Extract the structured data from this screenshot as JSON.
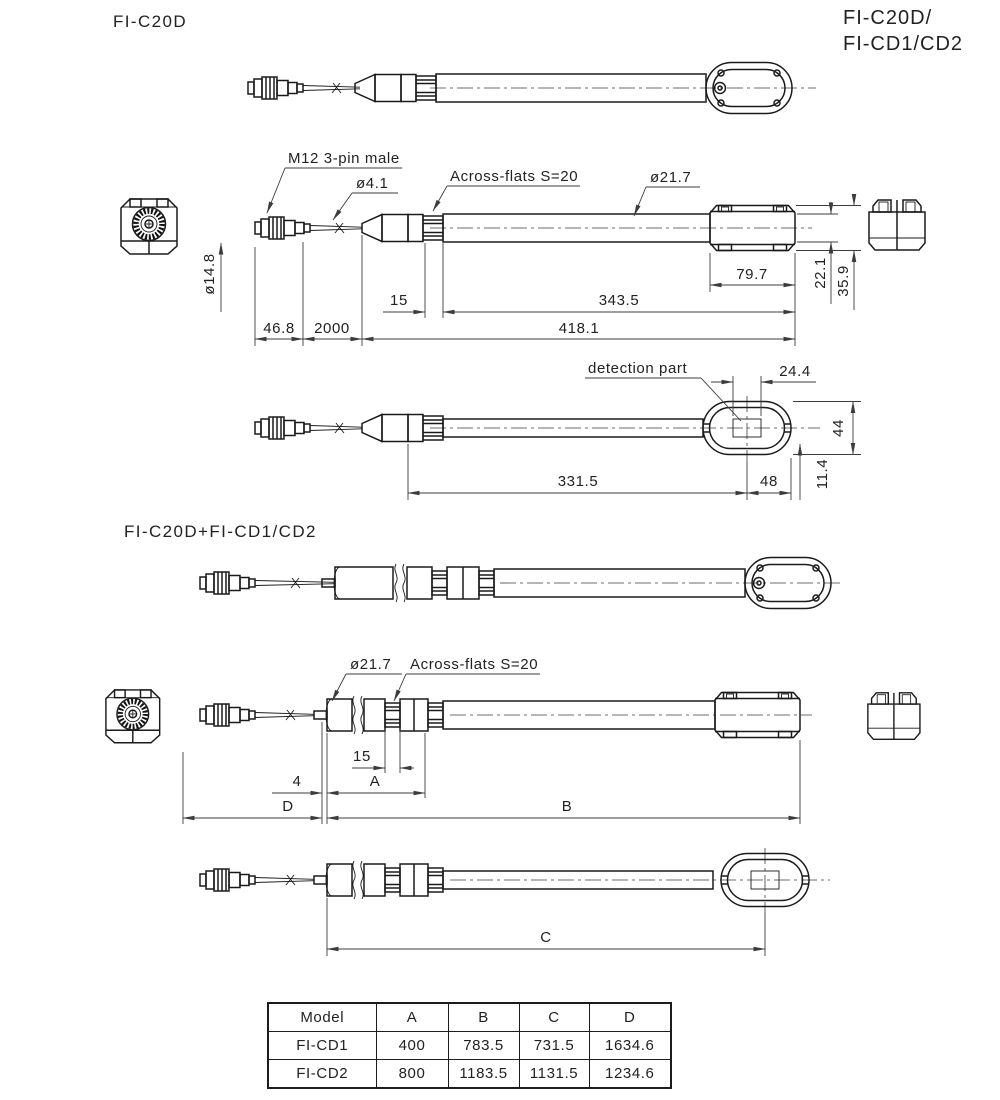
{
  "drawing": {
    "bg": "#ffffff",
    "line_color": "#1b1b1b",
    "dim_color": "#3c3c3c"
  },
  "titles": {
    "top_left": "FI-C20D",
    "top_right1": "FI-C20D/",
    "top_right2": "FI-CD1/CD2",
    "section2": "FI-C20D+FI-CD1/CD2"
  },
  "fi_c20d": {
    "connector_label": "M12 3-pin male",
    "cable_dia": "ø4.1",
    "across_flats": "Across-flats S=20",
    "tube_dia": "ø21.7",
    "connector_dia": "ø14.8",
    "detection_label": "detection part",
    "dim_head_len": "79.7",
    "dim_tube_h": "22.1",
    "dim_head_h": "35.9",
    "dim_flats": "15",
    "dim_body": "343.5",
    "dim_conn": "46.8",
    "dim_cable": "2000",
    "dim_total": "418.1",
    "dim_det_w": "24.4",
    "dim_head_w": "44",
    "dim_det_off": "11.4",
    "dim_shaft": "331.5",
    "dim_tail": "48"
  },
  "combined": {
    "tube_dia": "ø21.7",
    "across_flats": "Across-flats S=20",
    "dim_flats": "15",
    "dim_a": "A",
    "dim_4": "4",
    "dim_d": "D",
    "dim_b": "B",
    "dim_c": "C"
  },
  "table": {
    "headers": [
      "Model",
      "A",
      "B",
      "C",
      "D"
    ],
    "rows": [
      [
        "FI-CD1",
        "400",
        "783.5",
        "731.5",
        "1634.6"
      ],
      [
        "FI-CD2",
        "800",
        "1183.5",
        "1131.5",
        "1234.6"
      ]
    ]
  }
}
